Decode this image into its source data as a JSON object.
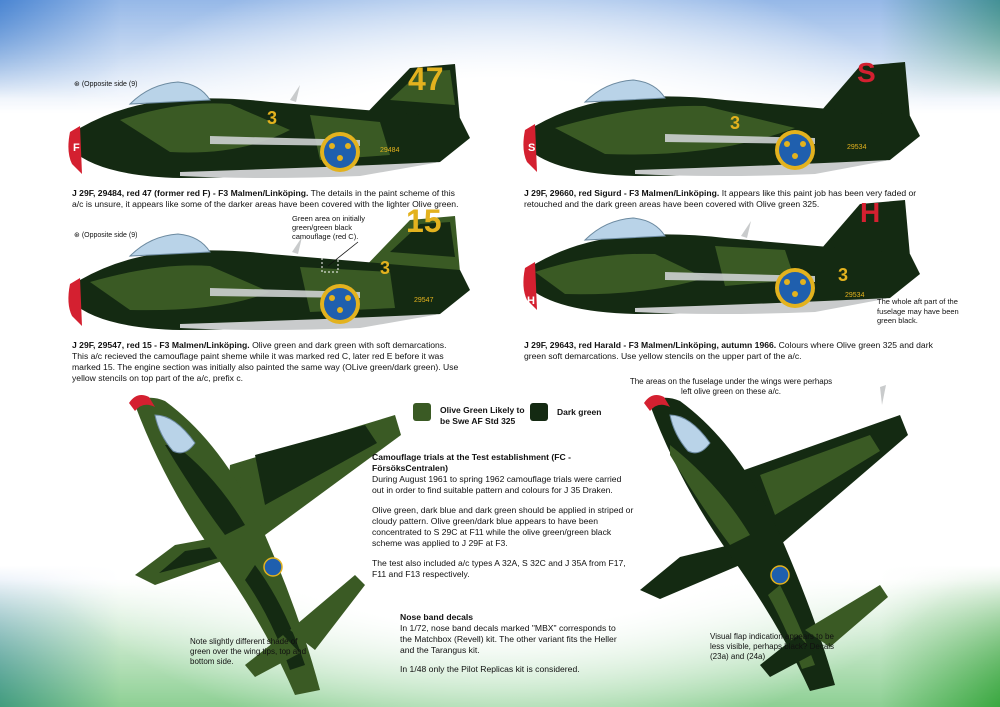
{
  "colors": {
    "olive_green": "#3a5a24",
    "dark_green": "#142a12",
    "aluminium": "#c9cbcc",
    "nose_red": "#d42030",
    "yellow": "#e3b21e",
    "roundel_blue": "#1f5fae"
  },
  "aircraft1": {
    "tail_code": "47",
    "nose_letter": "F",
    "unit_number": "3",
    "serial": "29484",
    "opposite_side_note": "(Opposite side",
    "opposite_side_ref": "(9)",
    "caption_bold": "J 29F, 29484, red 47 (former red F) - F3 Malmen/Linköping.",
    "caption": "The details in the paint scheme of this a/c is unsure, it appears like some of the darker areas have been covered with the lighter Olive green."
  },
  "aircraft2": {
    "tail_code": "S",
    "nose_letter": "S",
    "unit_number": "3",
    "serial": "29534",
    "caption_bold": "J 29F, 29660, red Sigurd - F3 Malmen/Linköping.",
    "caption": "It appears like this paint job has been very faded or retouched and the dark green areas have been covered with Olive green 325."
  },
  "aircraft3": {
    "tail_code": "15",
    "unit_number": "3",
    "serial": "29547",
    "opposite_side_note": "(Opposite side",
    "opposite_side_ref": "(9)",
    "callout": "Green area on initially green/green black camouflage (red C).",
    "caption_bold": "J 29F, 29547, red 15 - F3 Malmen/Linköping.",
    "caption": "Olive green and dark green with soft demarcations. This a/c recieved the camouflage paint sheme while it was marked red C, later red E before it was marked 15. The engine section was initially also painted the same way (OLive green/dark green). Use yellow stencils on top part of the a/c, prefix c."
  },
  "aircraft4": {
    "tail_code": "H",
    "nose_letter": "H",
    "unit_number": "3",
    "serial": "29534",
    "callout": "The whole aft part of the fuselage may have been green black.",
    "caption_bold": "J 29F, 29643, red Harald - F3 Malmen/Linköping, autumn 1966.",
    "caption": "Colours where Olive green 325 and dark green soft demarcations. Use yellow stencils on the upper part of the a/c."
  },
  "legend": {
    "olive_label": "Olive Green Likely to be Swe AF Std 325",
    "dark_label": "Dark green"
  },
  "trials": {
    "heading": "Camouflage trials at the Test establishment (FC - FörsöksCentralen)",
    "p1": "During August 1961 to spring 1962 camouflage trials were carried out in order to find suitable pattern and colours for J 35 Draken.",
    "p2": "Olive green, dark blue and dark green should be applied in striped or cloudy pattern. Olive green/dark blue appears to have been concentrated to S 29C at F11 while the olive green/green black scheme was applied to J 29F at F3.",
    "p3": "The test also included a/c types A 32A, S 32C and J 35A from F17, F11 and F13 respectively."
  },
  "nose_band": {
    "heading": "Nose band decals",
    "p1": "In 1/72, nose band decals marked \"MBX\" corresponds to the Matchbox (Revell) kit. The other variant fits the Heller and the Tarangus kit.",
    "p2": "In 1/48 only the Pilot Replicas kit is considered."
  },
  "notes": {
    "left_plan": "Note slightly different shade of green over the wing tips, top and bottom side.",
    "right_plan_top": "The areas on the fuselage under the wings were perhaps left olive green on these a/c.",
    "right_plan_bottom": "Visual flap indication appears to be less visible, perhaps black? Decals (23a) and (24a)"
  }
}
